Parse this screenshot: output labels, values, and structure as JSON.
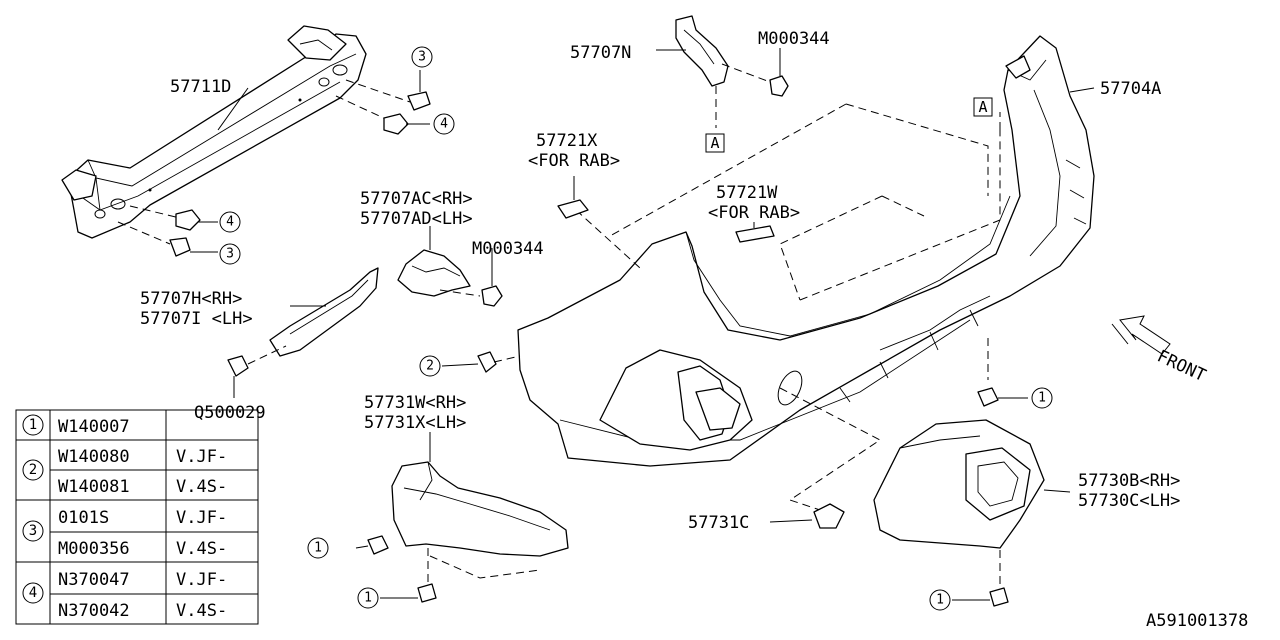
{
  "diagram_id": "A591001378",
  "front_label": "FRONT",
  "callouts": {
    "reinforcement": "57711D",
    "bracket_upper": "57707N",
    "clip_upper": "M000344",
    "bumper_face": "57704A",
    "absorber_rab_1": "57721X",
    "absorber_rab_1_note": "<FOR RAB>",
    "absorber_rab_2": "57721W",
    "absorber_rab_2_note": "<FOR RAB>",
    "side_bracket_rh": "57707AC<RH>",
    "side_bracket_lh": "57707AD<LH>",
    "clip_side": "M000344",
    "stay_rh": "57707H<RH>",
    "stay_lh": "57707I <LH>",
    "screw": "Q500029",
    "under_cover_rh": "57731W<RH>",
    "under_cover_lh": "57731X<LH>",
    "cap": "57731C",
    "garnish_rh": "57730B<RH>",
    "garnish_lh": "57730C<LH>",
    "ref_a_1": "A",
    "ref_a_2": "A",
    "num_1": "1",
    "num_2": "2",
    "num_3": "3",
    "num_4": "4"
  },
  "table": {
    "rows": [
      {
        "num": "1",
        "entries": [
          {
            "part": "W140007",
            "note": ""
          }
        ]
      },
      {
        "num": "2",
        "entries": [
          {
            "part": "W140080",
            "note": "V.JF-"
          },
          {
            "part": "W140081",
            "note": "V.4S-"
          }
        ]
      },
      {
        "num": "3",
        "entries": [
          {
            "part": "0101S",
            "note": "V.JF-"
          },
          {
            "part": "M000356",
            "note": "V.4S-"
          }
        ]
      },
      {
        "num": "4",
        "entries": [
          {
            "part": "N370047",
            "note": "V.JF-"
          },
          {
            "part": "N370042",
            "note": "V.4S-"
          }
        ]
      }
    ]
  }
}
